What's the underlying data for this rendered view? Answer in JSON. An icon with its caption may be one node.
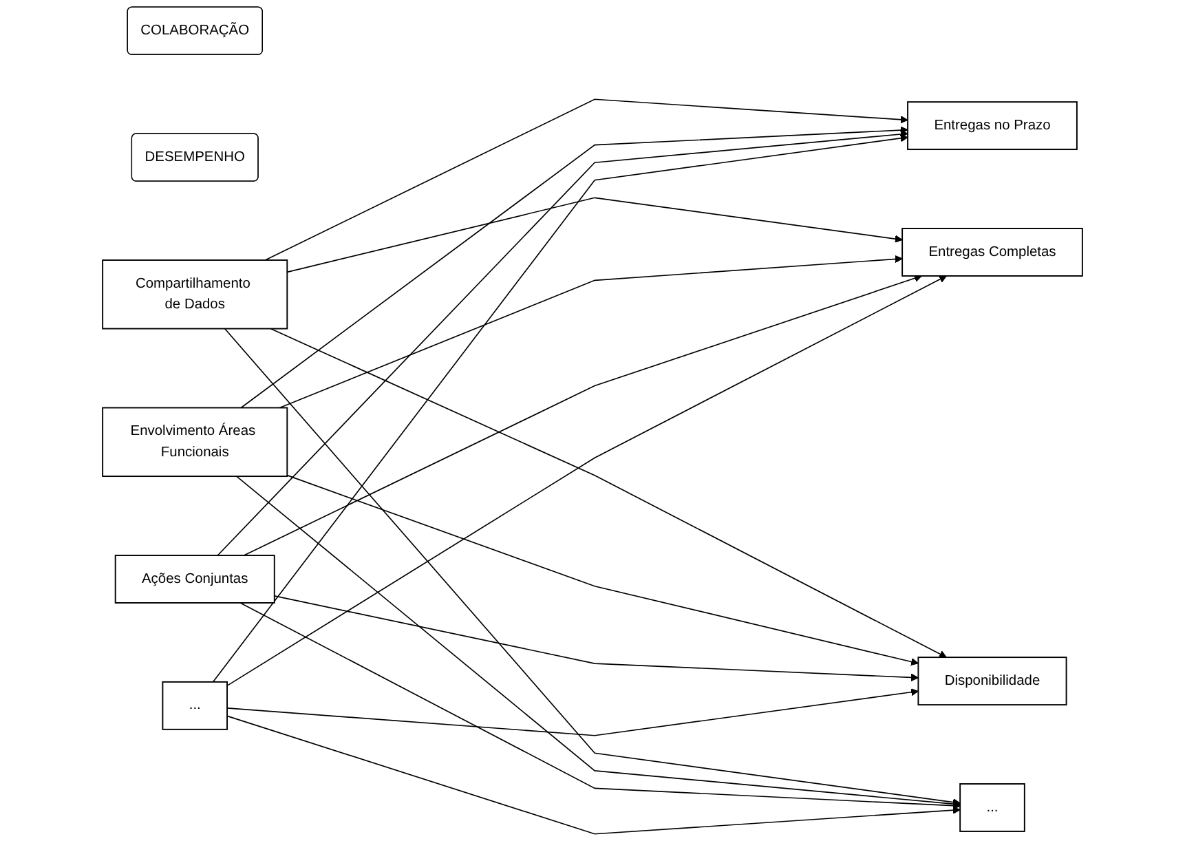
{
  "diagram": {
    "nodes": [
      {
        "text": [
          "COLABORAÇÃO"
        ]
      },
      {
        "text": [
          "DESEMPENHO"
        ]
      },
      {
        "text": [
          "Compartilhamento de Dados"
        ]
      },
      {
        "text": [
          "Entregas no Prazo"
        ]
      },
      {
        "text": [
          "Envolvimento Áreas Funcionais"
        ]
      },
      {
        "text": [
          "Entregas Completas"
        ]
      },
      {
        "text": [
          "Ações Conjuntas"
        ]
      },
      {
        "text": [
          "Disponibilidade"
        ]
      },
      {
        "text": [
          "..."
        ]
      },
      {
        "text": [
          "..."
        ]
      }
    ],
    "edges": [
      {
        "from": 2,
        "to": 3,
        "arrow": "to"
      },
      {
        "from": 2,
        "to": 5,
        "arrow": "to"
      },
      {
        "from": 2,
        "to": 7,
        "arrow": "to"
      },
      {
        "from": 2,
        "to": 9,
        "arrow": "to"
      },
      {
        "from": 4,
        "to": 3,
        "arrow": "to"
      },
      {
        "from": 4,
        "to": 5,
        "arrow": "to"
      },
      {
        "from": 4,
        "to": 7,
        "arrow": "to"
      },
      {
        "from": 4,
        "to": 9,
        "arrow": "to"
      },
      {
        "from": 6,
        "to": 3,
        "arrow": "to"
      },
      {
        "from": 6,
        "to": 5,
        "arrow": "to"
      },
      {
        "from": 6,
        "to": 7,
        "arrow": "to"
      },
      {
        "from": 6,
        "to": 9,
        "arrow": "to"
      },
      {
        "from": 8,
        "to": 3,
        "arrow": "to"
      },
      {
        "from": 8,
        "to": 5,
        "arrow": "to"
      },
      {
        "from": 8,
        "to": 7,
        "arrow": "to"
      },
      {
        "from": 8,
        "to": 9,
        "arrow": "to"
      }
    ]
  }
}
